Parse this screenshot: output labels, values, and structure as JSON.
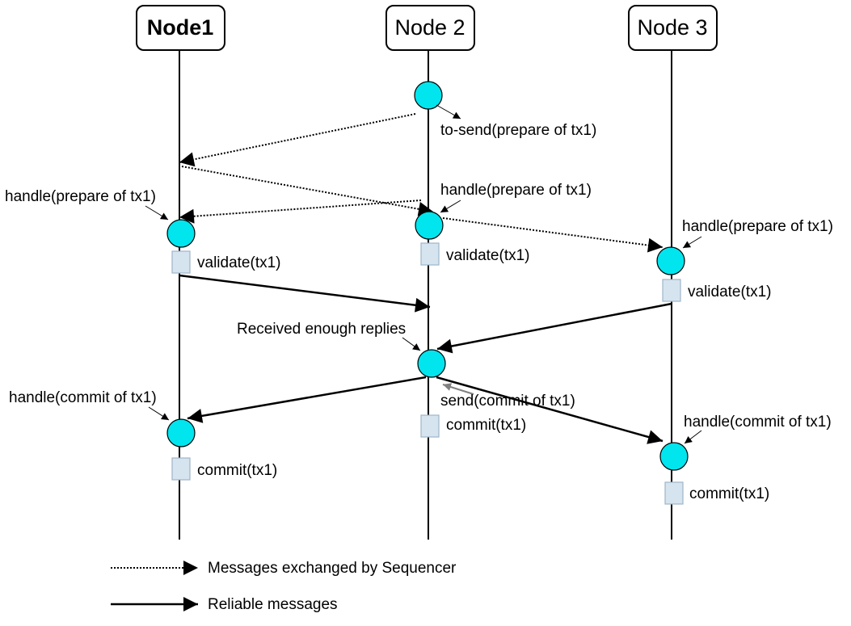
{
  "nodes": [
    {
      "label": "Node1",
      "bold": true
    },
    {
      "label": "Node 2",
      "bold": false
    },
    {
      "label": "Node 3",
      "bold": false
    }
  ],
  "annotations": {
    "to_send_prepare": "to-send(prepare of tx1)",
    "node1_handle_prepare": "handle(prepare of tx1)",
    "node2_handle_prepare": "handle(prepare of tx1)",
    "node3_handle_prepare": "handle(prepare of tx1)",
    "node1_validate": "validate(tx1)",
    "node2_validate": "validate(tx1)",
    "node3_validate": "validate(tx1)",
    "received_enough": "Received enough replies",
    "send_commit": "send(commit of tx1)",
    "node1_handle_commit": "handle(commit of tx1)",
    "node3_handle_commit": "handle(commit of tx1)",
    "node1_commit": "commit(tx1)",
    "node2_commit": "commit(tx1)",
    "node3_commit": "commit(tx1)"
  },
  "legend": {
    "sequencer": "Messages exchanged by Sequencer",
    "reliable": "Reliable messages"
  },
  "colors": {
    "event_fill": "#00e5ee",
    "action_fill": "#d6e4f0",
    "action_stroke": "#9fb5c9",
    "line": "#000000",
    "pointer_gray": "#808080"
  }
}
